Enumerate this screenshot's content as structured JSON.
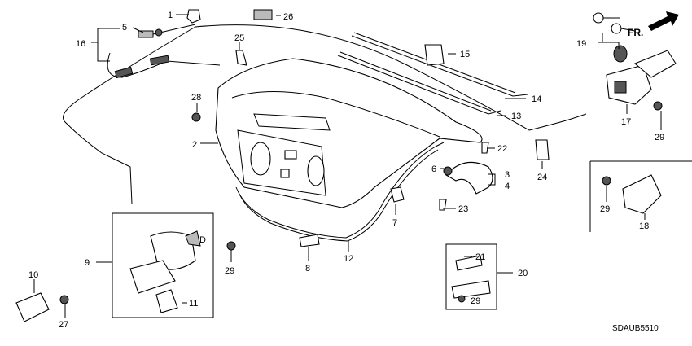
{
  "diagram_code": "SDAUB5510",
  "direction_label": "FR.",
  "labels": {
    "p1": "1",
    "p2": "2",
    "p3": "3",
    "p4": "4",
    "p5": "5",
    "p6": "6",
    "p7": "7",
    "p8": "8",
    "p9": "9",
    "p10": "10",
    "p11": "11",
    "p12": "12",
    "p13": "13",
    "p14": "14",
    "p15": "15",
    "p16": "16",
    "p17": "17",
    "p18": "18",
    "p19": "19",
    "p20": "20",
    "p21": "21",
    "p22": "22",
    "p23": "23",
    "p24": "24",
    "p25": "25",
    "p26": "26",
    "p27": "27",
    "p28": "28",
    "p29a": "29",
    "p29b": "29",
    "p29c": "29",
    "p29d": "29"
  }
}
